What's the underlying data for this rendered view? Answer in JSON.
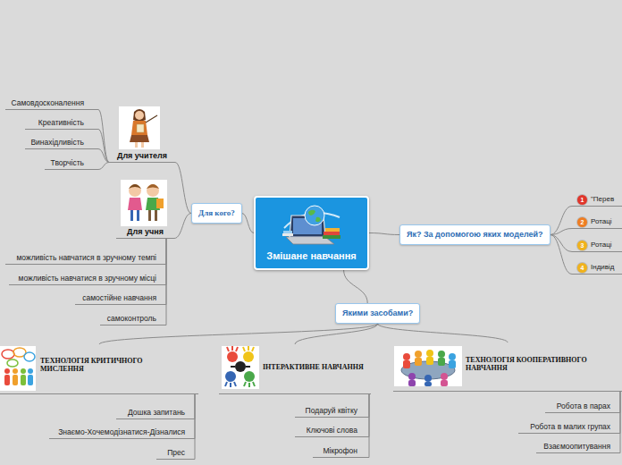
{
  "diagram": {
    "nodes": [
      {
        "text": [
          "Змішане навчання"
        ]
      },
      {
        "text": [
          "Для кого?"
        ]
      },
      {
        "text": [
          "Для учителя"
        ]
      },
      {
        "text": [
          "Самовдосконалення"
        ]
      },
      {
        "text": [
          "Креативність"
        ]
      },
      {
        "text": [
          "Винахідливість"
        ]
      },
      {
        "text": [
          "Творчість"
        ]
      },
      {
        "text": [
          "Для учня"
        ]
      },
      {
        "text": [
          "можливість навчатися в зручному темпі"
        ]
      },
      {
        "text": [
          "можливість навчатися в зручному місці"
        ]
      },
      {
        "text": [
          "самостійне навчання"
        ]
      },
      {
        "text": [
          "самоконтроль"
        ]
      },
      {
        "text": [
          "Як? За допомогою яких моделей?"
        ]
      },
      {
        "text": [
          "\"Перев"
        ]
      },
      {
        "text": [
          "Ротаці"
        ]
      },
      {
        "text": [
          "Ротаці"
        ]
      },
      {
        "text": [
          "Індивід"
        ]
      },
      {
        "text": [
          "Якими засобами?"
        ]
      },
      {
        "text": [
          "ТЕХНОЛОГІЯ КРИТИЧНОГО МИСЛЕННЯ"
        ]
      },
      {
        "text": [
          "Дошка запитань"
        ]
      },
      {
        "text": [
          "Знаємо-Хочемодізнатися-Дізналися"
        ]
      },
      {
        "text": [
          "Прес"
        ]
      },
      {
        "text": [
          "ІНТЕРАКТИВНЕ НАВЧАННЯ"
        ]
      },
      {
        "text": [
          "Подаруй квітку"
        ]
      },
      {
        "text": [
          "Ключові слова"
        ]
      },
      {
        "text": [
          "Мікрофон"
        ]
      },
      {
        "text": [
          "ТЕХНОЛОГІЯ КООПЕРАТИВНОГО НАВЧАННЯ"
        ]
      },
      {
        "text": [
          "Робота в парах"
        ]
      },
      {
        "text": [
          "Робота в малих групах"
        ]
      },
      {
        "text": [
          "Взаємоопитування"
        ]
      }
    ],
    "edges": [
      {
        "from": 0,
        "to": 1,
        "arrow": "none"
      },
      {
        "from": 1,
        "to": 2,
        "arrow": "none"
      },
      {
        "from": 2,
        "to": 3,
        "arrow": "none"
      },
      {
        "from": 2,
        "to": 4,
        "arrow": "none"
      },
      {
        "from": 2,
        "to": 5,
        "arrow": "none"
      },
      {
        "from": 2,
        "to": 6,
        "arrow": "none"
      },
      {
        "from": 1,
        "to": 7,
        "arrow": "none"
      },
      {
        "from": 7,
        "to": 8,
        "arrow": "none"
      },
      {
        "from": 7,
        "to": 9,
        "arrow": "none"
      },
      {
        "from": 7,
        "to": 10,
        "arrow": "none"
      },
      {
        "from": 7,
        "to": 11,
        "arrow": "none"
      },
      {
        "from": 0,
        "to": 12,
        "arrow": "none"
      },
      {
        "from": 12,
        "to": 13,
        "arrow": "none"
      },
      {
        "from": 12,
        "to": 14,
        "arrow": "none"
      },
      {
        "from": 12,
        "to": 15,
        "arrow": "none"
      },
      {
        "from": 12,
        "to": 16,
        "arrow": "none"
      },
      {
        "from": 0,
        "to": 17,
        "arrow": "none"
      },
      {
        "from": 17,
        "to": 18,
        "arrow": "none"
      },
      {
        "from": 18,
        "to": 19,
        "arrow": "none"
      },
      {
        "from": 18,
        "to": 20,
        "arrow": "none"
      },
      {
        "from": 18,
        "to": 21,
        "arrow": "none"
      },
      {
        "from": 17,
        "to": 22,
        "arrow": "none"
      },
      {
        "from": 22,
        "to": 23,
        "arrow": "none"
      },
      {
        "from": 22,
        "to": 24,
        "arrow": "none"
      },
      {
        "from": 22,
        "to": 25,
        "arrow": "none"
      },
      {
        "from": 17,
        "to": 26,
        "arrow": "none"
      },
      {
        "from": 26,
        "to": 27,
        "arrow": "none"
      },
      {
        "from": 26,
        "to": 28,
        "arrow": "none"
      },
      {
        "from": 26,
        "to": 29,
        "arrow": "none"
      }
    ],
    "labels": [
      "1",
      "2",
      "3",
      "4"
    ]
  }
}
